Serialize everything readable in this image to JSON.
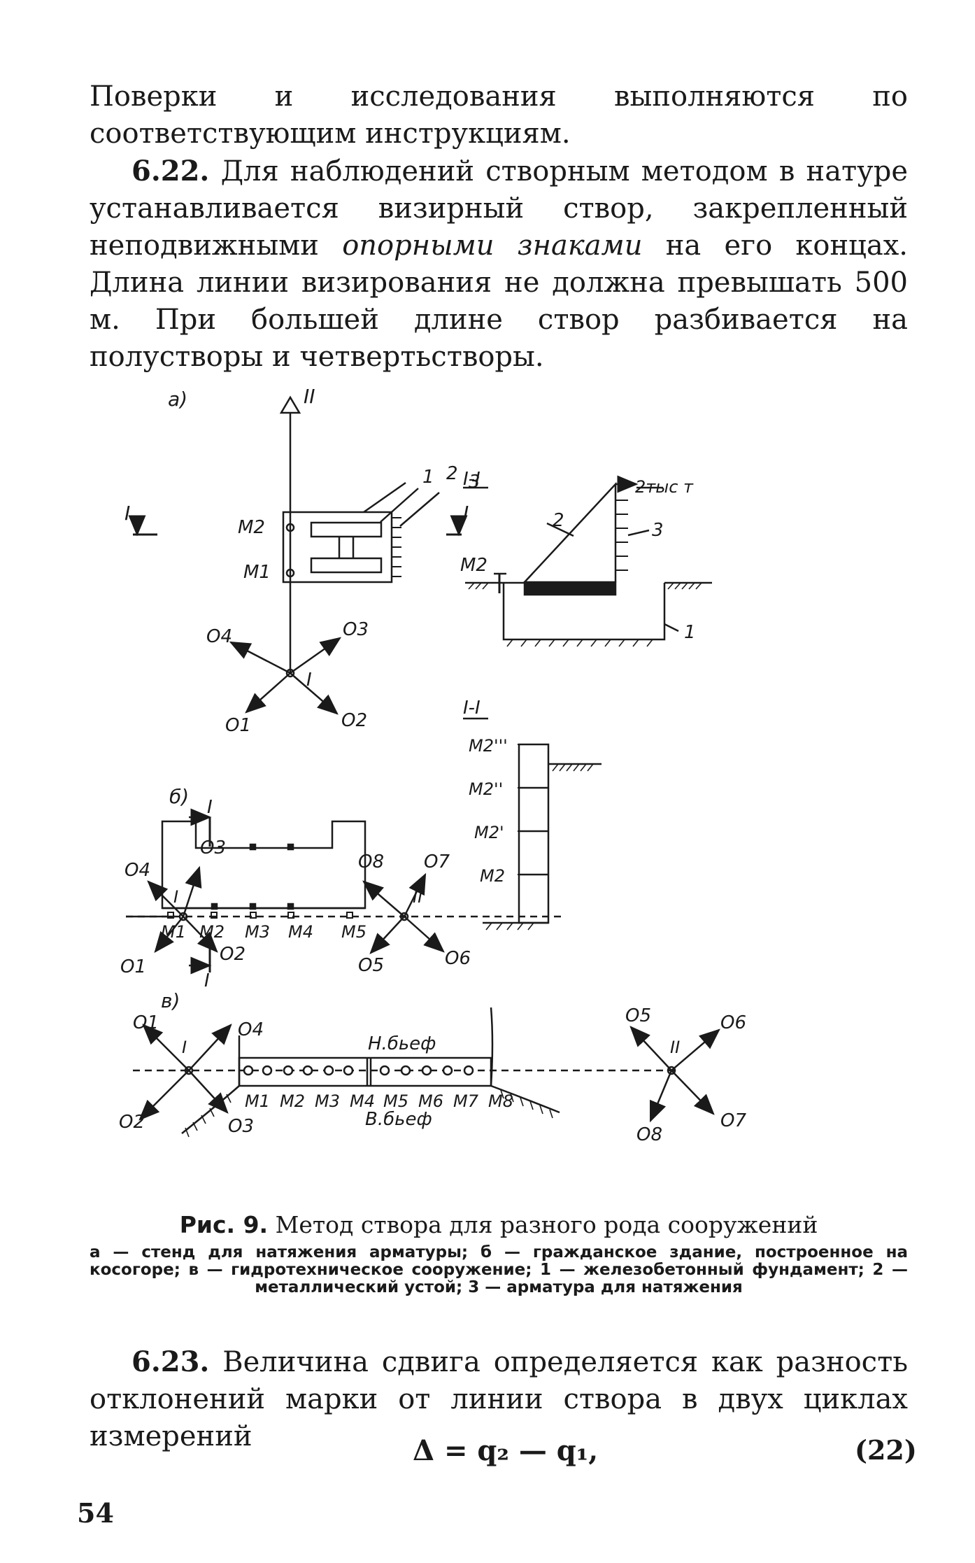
{
  "para1": {
    "text": "Поверки и исследования выполняются по соответствующим инструкциям."
  },
  "para2": {
    "number": "6.22.",
    "text_a": " Для наблюдений створным методом в натуре устанавливается визирный створ, закрепленный неподвижными ",
    "text_italic": "опорными знаками",
    "text_b": " на его концах. Длина линии визирования не должна превышать 500 м. При большей длине створ разбивается на полустворы и четвертьстворы."
  },
  "figure": {
    "a": {
      "label": "а)",
      "north": "II",
      "section_left": "I",
      "section_right": "I",
      "marks": [
        "M2",
        "M1"
      ],
      "callouts": [
        "1",
        "2",
        "3"
      ],
      "station": "I",
      "dirs": [
        "O4",
        "O3",
        "O1",
        "O2"
      ]
    },
    "section1": {
      "title": "I-I",
      "load": "2тыс т",
      "callouts": [
        "2",
        "3",
        "1"
      ],
      "mark": "M2"
    },
    "section2": {
      "title": "I-I",
      "marks": [
        "M2'''",
        "M2''",
        "M2'",
        "M2"
      ]
    },
    "b": {
      "label": "б)",
      "section_top": "I",
      "section_bottom": "I",
      "stations": [
        "I",
        "II"
      ],
      "marks": [
        "M1",
        "M2",
        "M3",
        "M4",
        "M5"
      ],
      "dirs": [
        "O4",
        "O3",
        "O1",
        "O2",
        "O8",
        "O7",
        "O5",
        "O6"
      ]
    },
    "c": {
      "label": "в)",
      "upstream": "Н.бьеф",
      "downstream": "В.бьеф",
      "stations": [
        "I",
        "II"
      ],
      "marks": [
        "M1",
        "M2",
        "M3",
        "M4",
        "M5",
        "M6",
        "M7",
        "M8"
      ],
      "dirs": [
        "O1",
        "O4",
        "O2",
        "O3",
        "O5",
        "O6",
        "O8",
        "O7"
      ]
    }
  },
  "caption": {
    "prefix": "Рис. 9.",
    "title": " Метод створа для разного рода сооружений",
    "legend": "а — стенд для натяжения арматуры; б — гражданское здание, построенное на косогоре; в — гидротехническое сооружение; 1 — железобетонный фундамент; 2 — металлический устой; 3 — арматура для натяжения"
  },
  "para3": {
    "number": "6.23.",
    "text": " Величина сдвига определяется как разность отклонений марки от линии створа в двух циклах измерений"
  },
  "formula": {
    "expr": "Δ = q₂ — q₁,",
    "number": "(22)"
  },
  "page_number": "54"
}
